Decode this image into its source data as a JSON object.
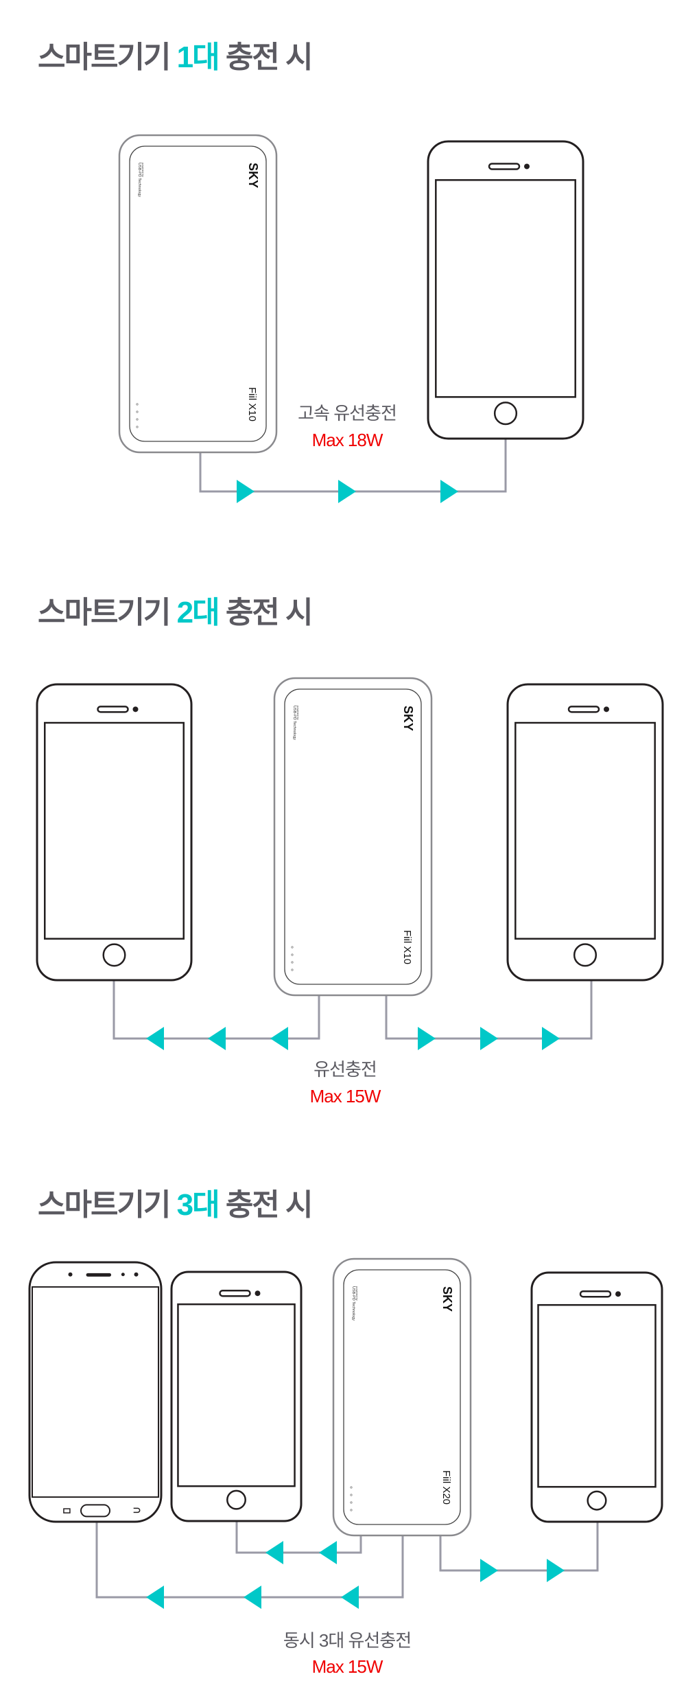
{
  "colors": {
    "accent": "#00c8c8",
    "title": "#5b5a61",
    "max": "#f00000",
    "cable": "#9a9aa6"
  },
  "power_bank": {
    "brand": "SKY",
    "tagline": "powered by",
    "tech": "USB-PD Technology"
  },
  "sections": [
    {
      "title_prefix": "스마트기기",
      "count": "1대",
      "title_suffix": "충전 시",
      "caption": "고속 유선충전",
      "max": "Max 18W",
      "model": "Fiil X10"
    },
    {
      "title_prefix": "스마트기기",
      "count": "2대",
      "title_suffix": "충전 시",
      "caption": "유선충전",
      "max": "Max 15W",
      "model": "Fiil X10"
    },
    {
      "title_prefix": "스마트기기",
      "count": "3대",
      "title_suffix": "충전 시",
      "caption": "동시 3대 유선충전",
      "max": "Max 15W",
      "model": "Fiil X20"
    }
  ]
}
